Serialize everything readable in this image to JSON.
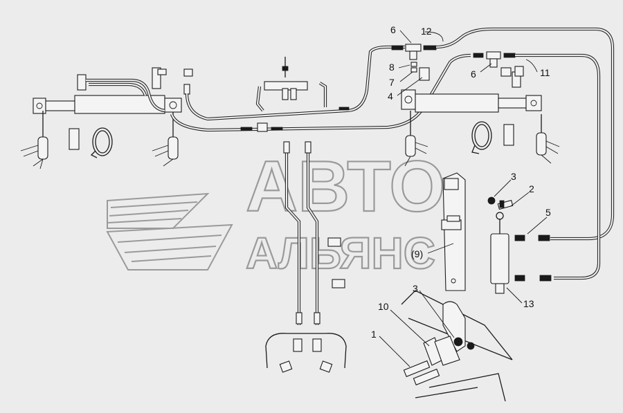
{
  "watermark": {
    "line1": "АВТО",
    "line2": "АЛЬЯНС"
  },
  "labels": [
    {
      "id": "6a",
      "text": "6"
    },
    {
      "id": "12",
      "text": "12"
    },
    {
      "id": "8",
      "text": "8"
    },
    {
      "id": "7",
      "text": "7"
    },
    {
      "id": "4",
      "text": "4"
    },
    {
      "id": "6b",
      "text": "6"
    },
    {
      "id": "11",
      "text": "11"
    },
    {
      "id": "3a",
      "text": "3"
    },
    {
      "id": "2",
      "text": "2"
    },
    {
      "id": "5",
      "text": "5"
    },
    {
      "id": "9",
      "text": "(9)"
    },
    {
      "id": "13",
      "text": "13"
    },
    {
      "id": "3b",
      "text": "3"
    },
    {
      "id": "10",
      "text": "10"
    },
    {
      "id": "1",
      "text": "1"
    }
  ]
}
